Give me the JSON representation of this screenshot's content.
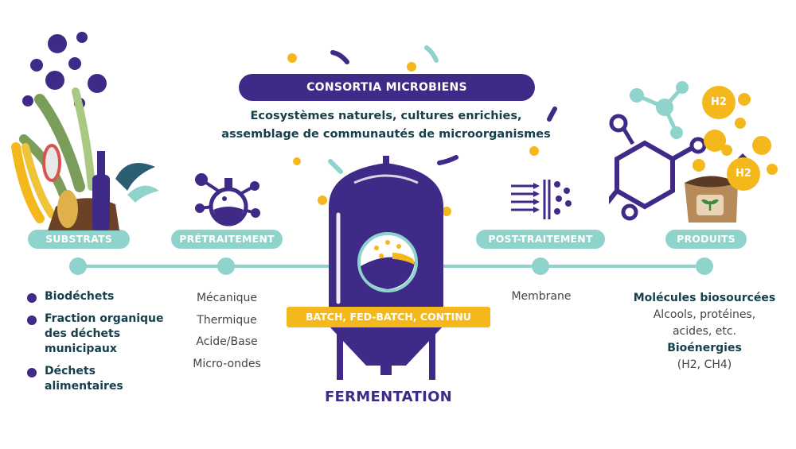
{
  "banner": {
    "title": "CONSORTIA MICROBIENS",
    "description_line1": "Ecosystèmes naturels, cultures enrichies,",
    "description_line2": "assemblage de communautés de microorganismes"
  },
  "stages": {
    "substrats": "SUBSTRATS",
    "pretraitement": "PRÉTRAITEMENT",
    "post_traitement": "POST-TRAITEMENT",
    "produits": "PRODUITS"
  },
  "substrats": {
    "items": [
      {
        "text": "Biodéchets"
      },
      {
        "text": "Fraction organique des déchets municipaux"
      },
      {
        "text": "Déchets alimentaires"
      }
    ]
  },
  "pretraitement": {
    "methods": [
      "Mécanique",
      "Thermique",
      "Acide/Base",
      "Micro-ondes"
    ]
  },
  "fermentation": {
    "modes": "BATCH, FED-BATCH, CONTINU",
    "title": "FERMENTATION"
  },
  "post_traitement": {
    "methods": [
      "Membrane"
    ]
  },
  "produits": {
    "molecules_title": "Molécules biosourcées",
    "molecules_line1": "Alcools, protéines,",
    "molecules_line2": "acides, etc.",
    "energies_title": "Bioénergies",
    "energies_detail": "(H2, CH4)",
    "h2_label": "H2"
  },
  "colors": {
    "purple": "#3f2a87",
    "teal": "#8fd3cd",
    "yellow": "#f4b81c",
    "dark_text": "#16404b"
  }
}
